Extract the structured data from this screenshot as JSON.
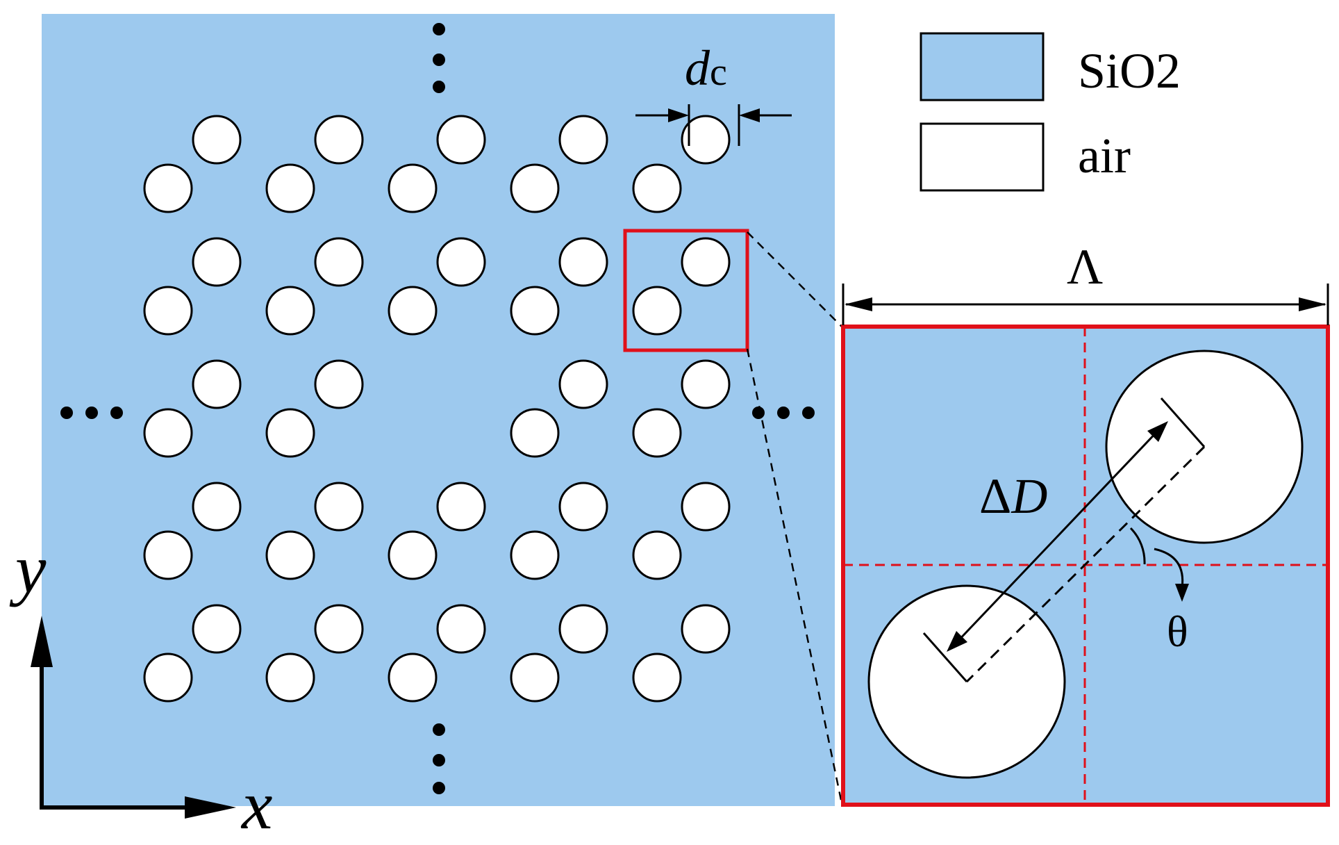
{
  "colors": {
    "silica": "#9DC9EE",
    "air": "#FFFFFF",
    "outline": "#000000",
    "highlight": "#E0101A"
  },
  "legend": {
    "silica_label": "SiO2",
    "air_label": "air"
  },
  "labels": {
    "hole_diameter_symbol": "d",
    "hole_diameter_subscript": "c",
    "lattice_period": "Λ",
    "offset": "ΔD",
    "offset_delta": "Δ",
    "offset_var": "D",
    "angle": "θ",
    "x_axis": "x",
    "y_axis": "y",
    "ellipsis": "•••"
  }
}
